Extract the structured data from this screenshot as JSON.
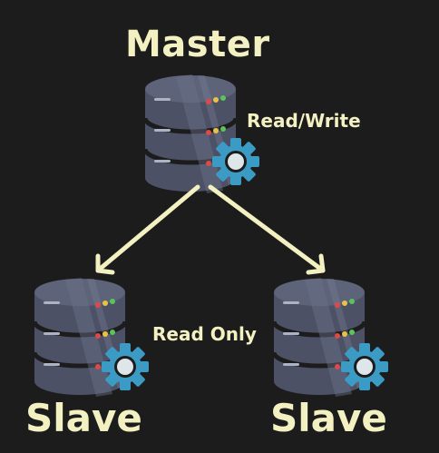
{
  "master": {
    "title": "Master",
    "access_label": "Read/Write"
  },
  "slaves": {
    "access_label": "Read Only",
    "left_title": "Slave",
    "right_title": "Slave"
  },
  "colors": {
    "background": "#1c1c1c",
    "text": "#f3f0c2",
    "arrow": "#f3f0c2",
    "db_body": "#4f5468",
    "gear": "#3b9bc4"
  },
  "icons": [
    "database-icon",
    "gear-icon",
    "arrow-icon"
  ]
}
